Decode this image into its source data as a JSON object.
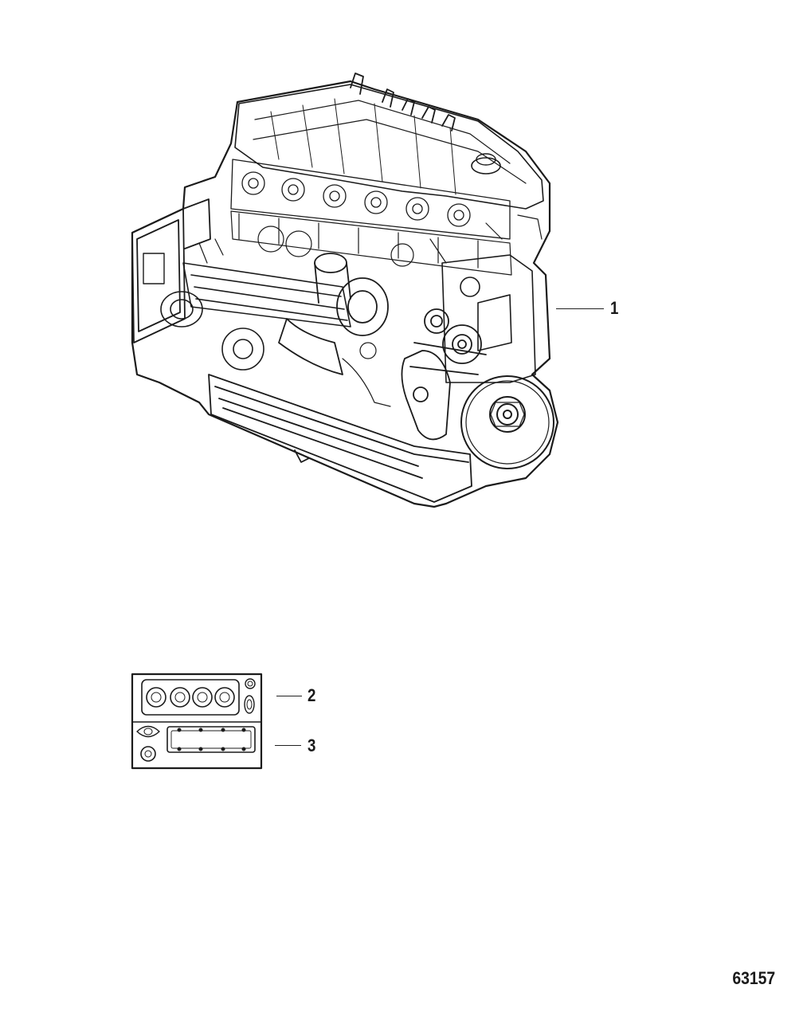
{
  "figure": {
    "number": "63157"
  },
  "callouts": [
    {
      "id": "1",
      "label": "1",
      "item": "engine-assembly"
    },
    {
      "id": "2",
      "label": "2",
      "item": "gasket-set-upper"
    },
    {
      "id": "3",
      "label": "3",
      "item": "gasket-set-lower"
    }
  ],
  "icons": {
    "engine": "engine-illustration",
    "gasket_kit": "gasket-kit-illustration"
  }
}
